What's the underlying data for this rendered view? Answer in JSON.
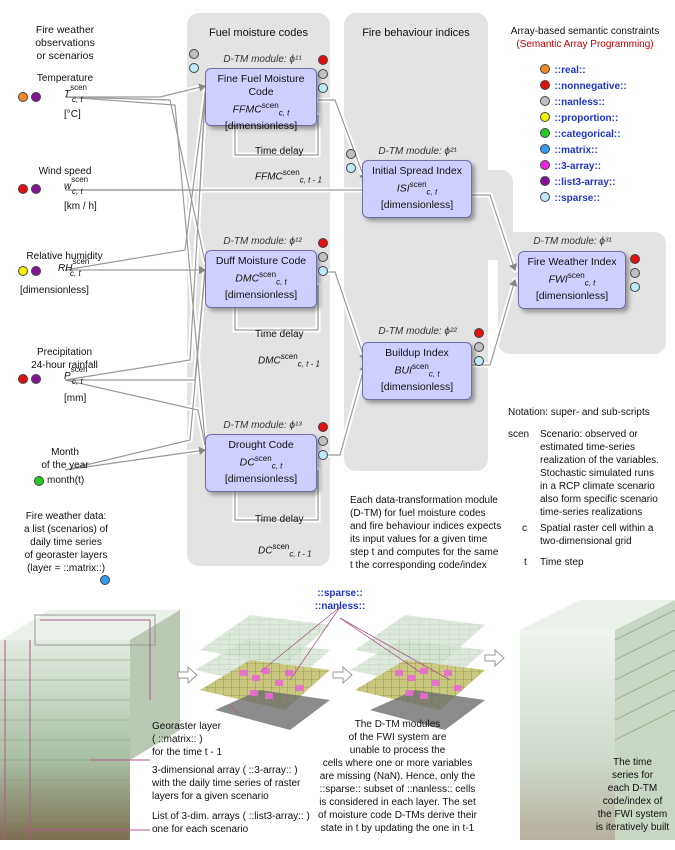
{
  "sections": {
    "inputs_title": "Fire weather\nobservations\nor scenarios",
    "fuel_title": "Fuel moisture codes",
    "fire_title": "Fire behaviour indices",
    "constraints_title": "Array-based semantic constraints",
    "constraints_subtitle": "(Semantic Array Programming)"
  },
  "inputs": [
    {
      "name": "Temperature",
      "var": "T",
      "sup": "scen",
      "sub": "c, t",
      "unit": "[°C]"
    },
    {
      "name": "Wind speed",
      "var": "w",
      "sup": "scen",
      "sub": "c, t",
      "unit": "[km / h]"
    },
    {
      "name": "Relative humidity",
      "var": "RH",
      "sup": "scen",
      "sub": "c, t",
      "unit": "[dimensionless]"
    },
    {
      "name": "Precipitation\n24-hour rainfall",
      "var": "P",
      "sup": "scen",
      "sub": "c, t",
      "unit": "[mm]"
    },
    {
      "name": "Month\nof the year",
      "var": "month(t)",
      "sup": "",
      "sub": "",
      "unit": ""
    }
  ],
  "fire_weather_note": "Fire weather data:\na list (scenarios) of\ndaily time series\nof georaster layers\n(layer = ::matrix::)",
  "modules": [
    {
      "dtm": "D-TM module: ϕ¹¹",
      "title": "Fine Fuel Moisture Code",
      "var": "FFMC",
      "sup": "scen",
      "sub": "c, t",
      "unit": "[dimensionless]"
    },
    {
      "dtm": "D-TM module: ϕ¹²",
      "title": "Duff Moisture Code",
      "var": "DMC",
      "sup": "scen",
      "sub": "c, t",
      "unit": "[dimensionless]"
    },
    {
      "dtm": "D-TM module: ϕ¹³",
      "title": "Drought Code",
      "var": "DC",
      "sup": "scen",
      "sub": "c, t",
      "unit": "[dimensionless]"
    },
    {
      "dtm": "D-TM module: ϕ²¹",
      "title": "Initial Spread Index",
      "var": "ISI",
      "sup": "scen",
      "sub": "c, t",
      "unit": "[dimensionless]"
    },
    {
      "dtm": "D-TM module: ϕ²²",
      "title": "Buildup Index",
      "var": "BUI",
      "sup": "scen",
      "sub": "c, t",
      "unit": "[dimensionless]"
    },
    {
      "dtm": "D-TM module: ϕ³¹",
      "title": "Fire Weather Index",
      "var": "FWI",
      "sup": "scen",
      "sub": "c, t",
      "unit": "[dimensionless]"
    }
  ],
  "delays": [
    {
      "label": "Time delay",
      "var": "FFMC",
      "sup": "scen",
      "sub": "c, t - 1"
    },
    {
      "label": "Time delay",
      "var": "DMC",
      "sup": "scen",
      "sub": "c, t - 1"
    },
    {
      "label": "Time delay",
      "var": "DC",
      "sup": "scen",
      "sub": "c, t - 1"
    }
  ],
  "constraints": [
    {
      "label": "::real::",
      "color": "#f08a24"
    },
    {
      "label": "::nonnegative::",
      "color": "#e01010"
    },
    {
      "label": "::nanless::",
      "color": "#c0c0c0"
    },
    {
      "label": "::proportion::",
      "color": "#f4f000"
    },
    {
      "label": "::categorical::",
      "color": "#22cc22"
    },
    {
      "label": "::matrix::",
      "color": "#3399ee"
    },
    {
      "label": "::3-array::",
      "color": "#ee22dd"
    },
    {
      "label": "::list3-array::",
      "color": "#881199"
    },
    {
      "label": "::sparse::",
      "color": "#bde8f6"
    }
  ],
  "notation": {
    "title": "Notation: super- and sub-scripts",
    "items": [
      {
        "key": "scen",
        "text": "Scenario: observed or\nestimated time-series\nrealization of the variables.\nStochastic simulated runs\nin a RCP climate scenario\nalso form specific scenario\ntime-series realizations"
      },
      {
        "key": "c",
        "text": "Spatial raster cell within a\ntwo-dimensional grid"
      },
      {
        "key": "t",
        "text": "Time step"
      }
    ]
  },
  "dtm_note": "Each data-transformation module\n(D-TM) for fuel moisture codes\nand fire behaviour indices expects\nits input values for a given time\nstep t and computes for the same\nt the corresponding code/index",
  "bottom": {
    "sparse_label": "::sparse::",
    "nanless_label": "::nanless::",
    "georaster": [
      "Georaster layer",
      "( ::matrix:: )",
      "for the time t - 1"
    ],
    "array3d": [
      "3-dimensional array ( ::3-array:: )",
      "with the daily time series of raster",
      "layers for a given scenario"
    ],
    "list3": [
      "List of 3-dim. arrays ( ::list3-array:: )",
      "one for each scenario"
    ],
    "dtm_text": [
      "The D-TM modules",
      "of the  FWI system are",
      "unable to process the",
      "cells where one or more variables",
      "are missing (NaN). Hence, only the",
      "::sparse:: subset of ::nanless:: cells",
      "is considered in each layer. The set",
      "of moisture code D-TMs derive their",
      "state in  t  by updating the one in  t-1"
    ],
    "series_text": [
      "The  time",
      "series  for",
      "each  D-TM",
      "code/index of",
      "the FWI system",
      "is iteratively built"
    ]
  }
}
